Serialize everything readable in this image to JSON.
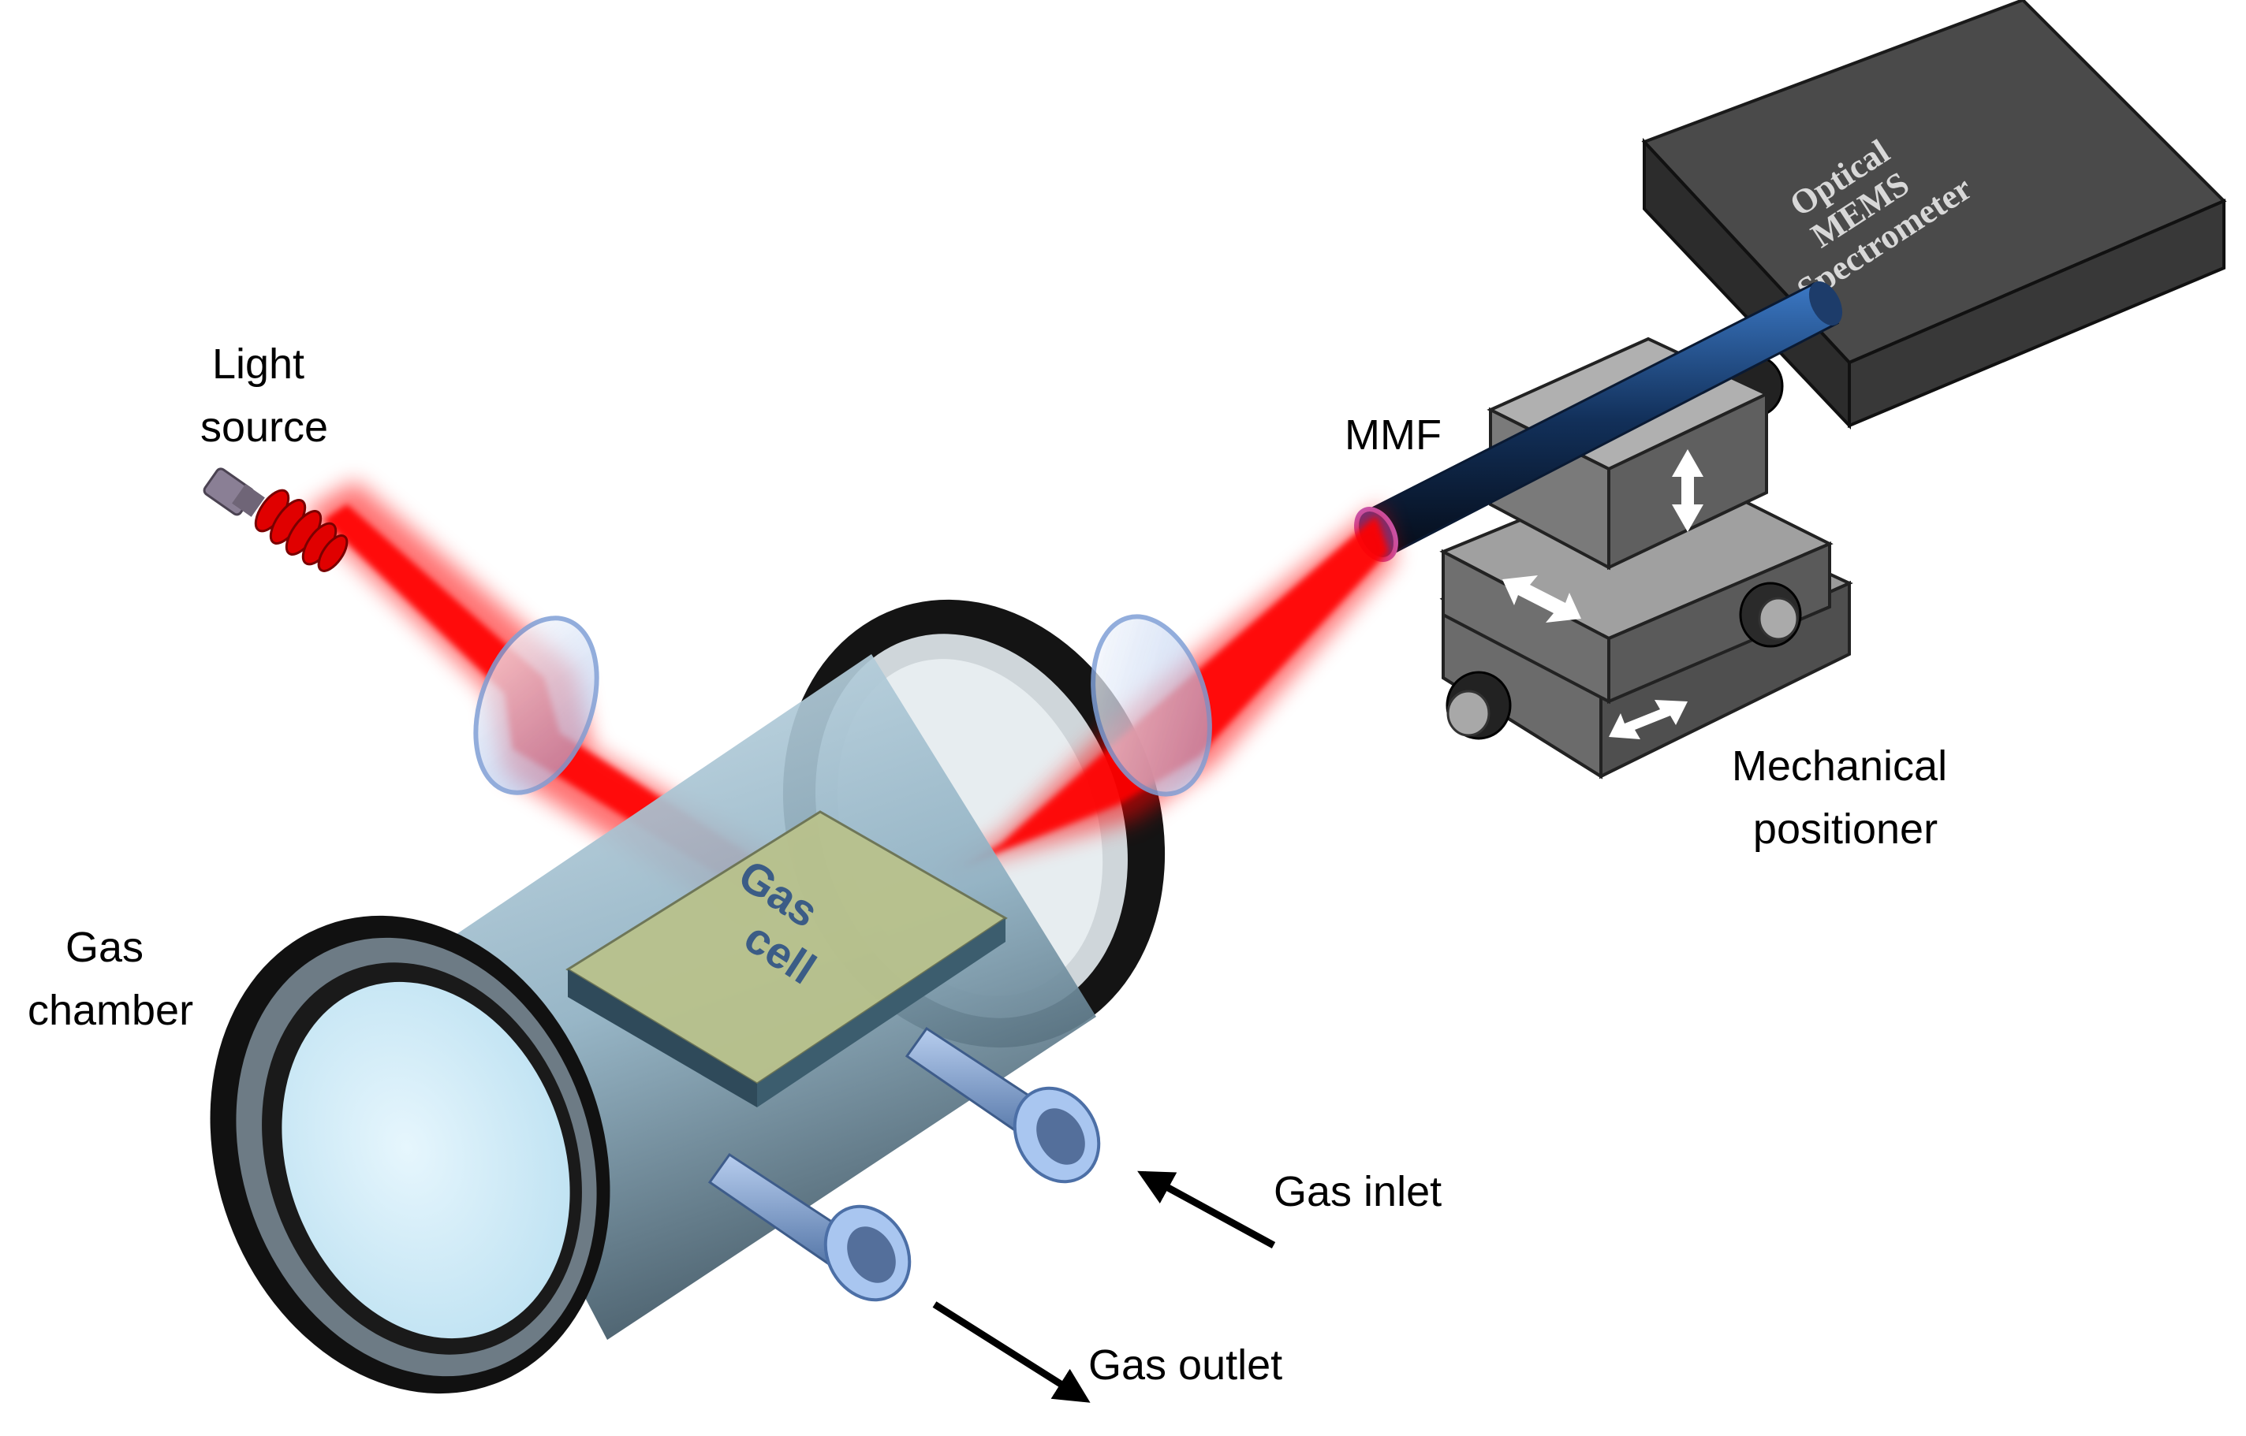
{
  "labels": {
    "light_source": [
      "Light",
      "source"
    ],
    "mmf": "MMF",
    "mechanical_positioner": [
      "Mechanical",
      "positioner"
    ],
    "gas_chamber": [
      "Gas",
      "chamber"
    ],
    "gas_inlet": "Gas inlet",
    "gas_outlet": "Gas outlet",
    "gas_cell": [
      "Gas",
      "cell"
    ],
    "spectrometer": [
      "Optical",
      "MEMS",
      "Spectrometer"
    ]
  },
  "colors": {
    "beam": "#ff0000",
    "chamber_glass": "#a9c7d8",
    "ring": "#0d0d0d",
    "spectrometer": "#3a3a3a",
    "fiber": "#163a66",
    "gas_cell": "#b7c18c",
    "port": "#7d9fc9",
    "positioner": "#555555"
  }
}
